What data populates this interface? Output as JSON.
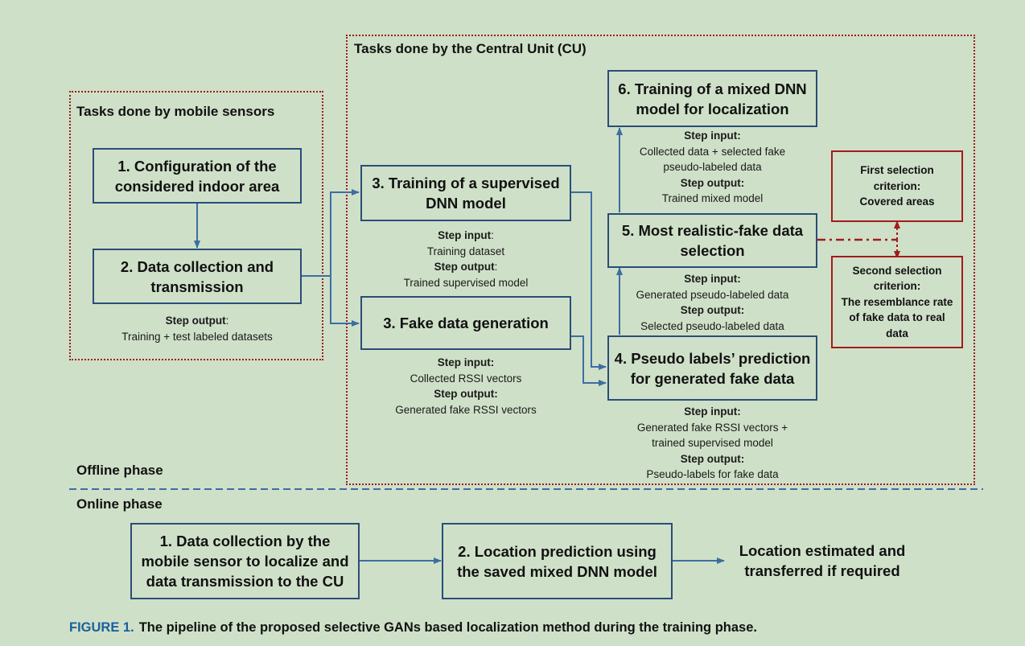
{
  "regions": {
    "cu_title": "Tasks done by the Central Unit (CU)",
    "mobile_title": "Tasks done by mobile sensors"
  },
  "mobile": {
    "box1": "1. Configuration of the considered indoor area",
    "box2": "2. Data collection and transmission",
    "note": {
      "output_label": "Step output",
      "colon": ":",
      "output": "Training  + test labeled datasets"
    }
  },
  "cu": {
    "box3a": {
      "title": "3. Training of a supervised DNN model",
      "input_label": "Step input",
      "colon": ":",
      "input": "Training dataset",
      "output_label": "Step output",
      "output_colon": ":",
      "output": "Trained supervised model"
    },
    "box3b": {
      "title": "3. Fake data generation",
      "input_label": "Step input:",
      "input": "Collected RSSI   vectors",
      "output_label": "Step output:",
      "output": "Generated fake RSSI vectors"
    },
    "box4": {
      "title": "4. Pseudo labels’ prediction for generated fake data",
      "input_label": "Step input:",
      "input_line1": "Generated fake RSSI vectors +",
      "input_line2": "trained supervised model",
      "output_label": "Step output:",
      "output": "Pseudo-labels for fake data"
    },
    "box5": {
      "title": "5. Most realistic-fake data selection",
      "input_label": "Step input:",
      "input": "Generated pseudo-labeled data",
      "output_label": "Step output:",
      "output": "Selected pseudo-labeled data"
    },
    "box6": {
      "title": "6. Training of a mixed DNN model for localization",
      "input_label": "Step input:",
      "input_line1": "Collected data + selected fake",
      "input_line2": "pseudo-labeled data",
      "output_label": "Step output:",
      "output": "Trained mixed model"
    },
    "criterion1": {
      "line1": "First selection",
      "line2": "criterion:",
      "line3": "Covered areas"
    },
    "criterion2": {
      "line1": "Second selection",
      "line2": "criterion:",
      "line3": "The resemblance rate",
      "line4": "of fake data to real",
      "line5": "data"
    }
  },
  "phases": {
    "offline": "Offline phase",
    "online": "Online phase"
  },
  "online": {
    "step1": "1. Data collection by the mobile sensor to localize and data transmission to the CU",
    "step2": "2. Location prediction using the saved mixed DNN model",
    "result": "Location estimated and transferred if required"
  },
  "caption": {
    "label": "FIGURE 1.",
    "text": "The pipeline of the proposed selective GANs based localization method during the training phase."
  },
  "colors": {
    "background": "#cfe0c8",
    "box_border": "#2a4d78",
    "arrow": "#3c6ea3",
    "region_border": "#9b1c1c",
    "criterion_border": "#a11c1c",
    "divider": "#3c6ea3",
    "caption_label": "#1b5fa0"
  }
}
